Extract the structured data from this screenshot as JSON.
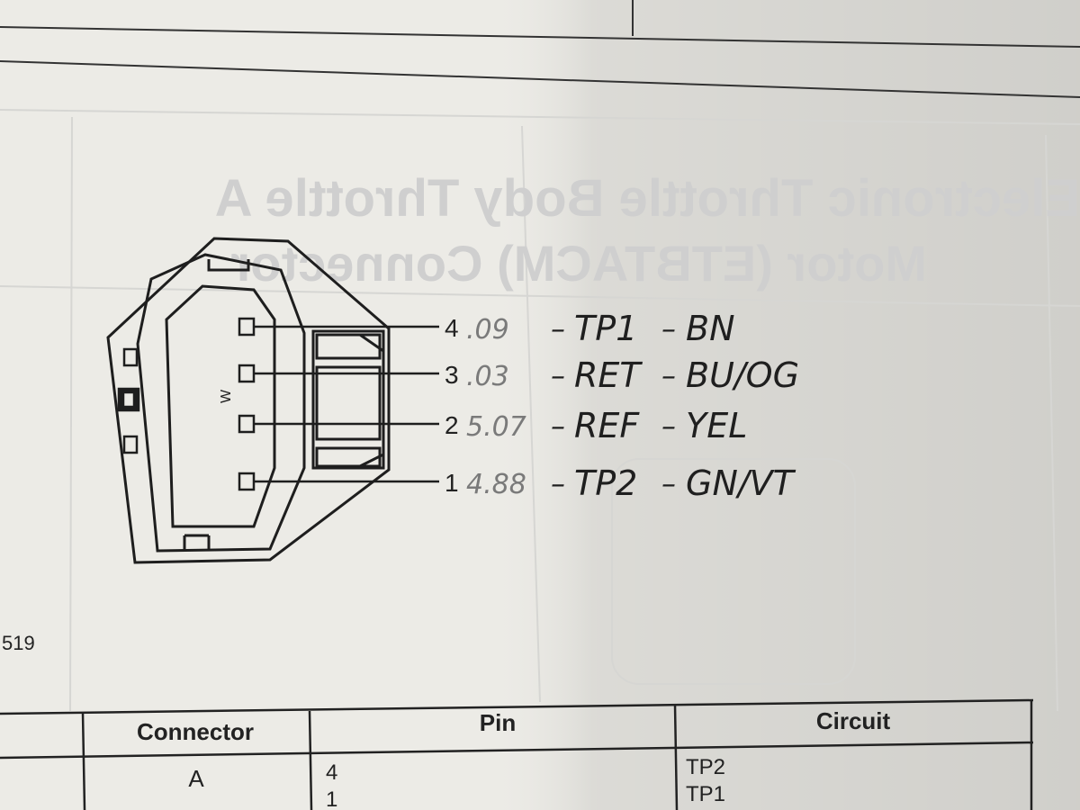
{
  "mirrored_title": {
    "line1": "Electronic Throttle Body Throttle A",
    "line2": "Motor (ETBTACM) Connector"
  },
  "connector_marking": "W",
  "page_ref": "519",
  "pins": [
    {
      "number": "4",
      "reading": ".09",
      "circuit": "TP1",
      "color": "BN"
    },
    {
      "number": "3",
      "reading": ".03",
      "circuit": "RET",
      "color": "BU/OG"
    },
    {
      "number": "2",
      "reading": "5.07",
      "circuit": "REF",
      "color": "YEL"
    },
    {
      "number": "1",
      "reading": "4.88",
      "circuit": "TP2",
      "color": "GN/VT"
    }
  ],
  "table": {
    "headers": [
      "Connector",
      "Pin",
      "Circuit"
    ],
    "row": {
      "connector": "A",
      "pins": [
        "4",
        "1"
      ],
      "circuits": [
        "TP2",
        "TP1"
      ]
    }
  },
  "colors": {
    "paper": "#ecebe6",
    "ink": "#222222",
    "pencil": "#7a7a7a"
  }
}
